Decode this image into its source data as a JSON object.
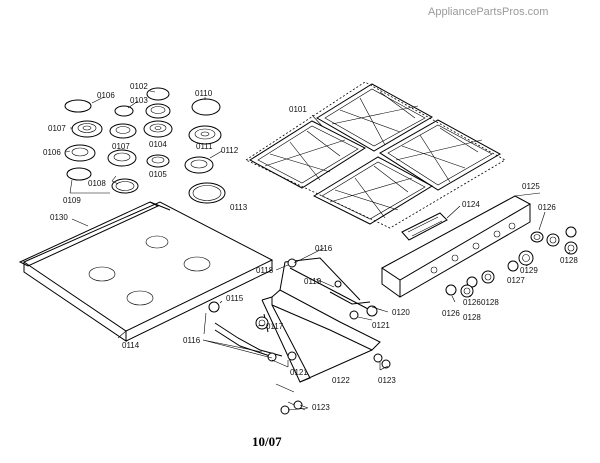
{
  "watermark": "AppliancePartsPros.com",
  "footer_date": "10/07",
  "labels": {
    "p0101": "0101",
    "p0102": "0102",
    "p0103": "0103",
    "p0104": "0104",
    "p0105": "0105",
    "p0106a": "0106",
    "p0106b": "0106",
    "p0107a": "0107",
    "p0107b": "0107",
    "p0108": "0108",
    "p0109": "0109",
    "p0110": "0110",
    "p0111": "0111",
    "p0112": "0112",
    "p0113": "0113",
    "p0114": "0114",
    "p0115": "0115",
    "p0116a": "0116",
    "p0116b": "0116",
    "p0117": "0117",
    "p0118": "0118",
    "p0119": "0119",
    "p0120": "0120",
    "p0121a": "0121",
    "p0121b": "0121",
    "p0122": "0122",
    "p0123a": "0123",
    "p0123b": "0123",
    "p0124": "0124",
    "p0125": "0125",
    "p0126a": "0126",
    "p0126b": "0126",
    "p0126c": "0126",
    "p0127": "0127",
    "p0128a": "0128",
    "p0128b": "0128",
    "p0128c": "0128",
    "p0129": "0129",
    "p0130": "0130"
  }
}
